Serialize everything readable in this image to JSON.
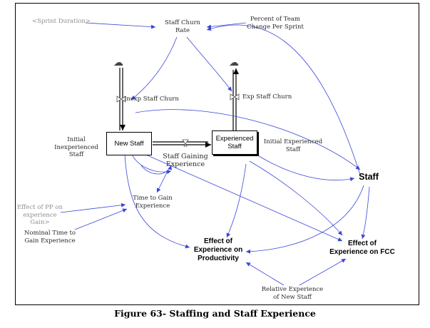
{
  "caption": "Figure 63- Staffing and Staff Experience",
  "colors": {
    "link": "#3a46d8",
    "flow": "#000000",
    "text": "#2b2b2b",
    "shadow_var": "#8f8f8f"
  },
  "stocks": {
    "new_staff": "New Staff",
    "experienced_staff": "Experienced\nStaff"
  },
  "flows": {
    "inexp_churn": "Inexp Staff Churn",
    "exp_churn": "Exp Staff Churn",
    "gaining_experience": "Staff Gaining\nExperience"
  },
  "variables": {
    "sprint_duration": "<Sprint Duration>",
    "staff_churn_rate": "Staff Churn\nRate",
    "percent_team_change": "Percent of Team\nChange Per Sprint",
    "initial_inexperienced": "Initial\nInexperienced\nStaff",
    "initial_experienced": "Initial Experienced\nStaff",
    "staff": "Staff",
    "time_to_gain": "Time to Gain\nExperience",
    "effect_pp": "Effect of PP on\nexperience Gain>",
    "nominal_time": "Nominal Time to\nGain Experience",
    "effect_productivity": "Effect of\nExperience on\nProductivity",
    "effect_fcc": "Effect of\nExperience on FCC",
    "relative_experience": "Relative Experience\nof New Staff"
  },
  "icons": {
    "cloud": "cloud-source-icon",
    "valve": "flow-valve-icon"
  }
}
